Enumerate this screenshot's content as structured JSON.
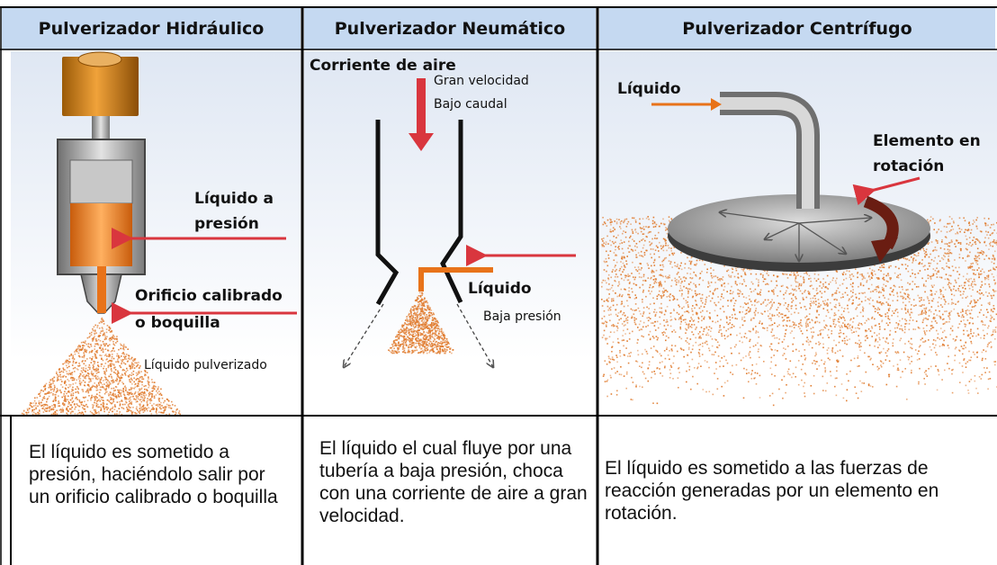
{
  "columns": [
    {
      "title": "Pulverizador Hidráulico",
      "labels": {
        "liquid_pressure_line1": "Líquido a",
        "liquid_pressure_line2": "presión",
        "orifice_line1": "Orificio calibrado",
        "orifice_line2": "o boquilla",
        "sprayed": "Líquido pulverizado"
      },
      "description": "El líquido es sometido a presión, haciéndolo salir por un orificio calibrado o boquilla"
    },
    {
      "title": "Pulverizador Neumático",
      "labels": {
        "air_stream": "Corriente de aire",
        "high_speed": "Gran velocidad",
        "low_flow": "Bajo caudal",
        "liquid": "Líquido",
        "low_pressure": "Baja presión"
      },
      "description": "El líquido el cual fluye por una tubería a baja presión, choca con una corriente de aire a gran velocidad."
    },
    {
      "title": "Pulverizador Centrífugo",
      "labels": {
        "liquid": "Líquido",
        "rotating_line1": "Elemento en",
        "rotating_line2": "rotación"
      },
      "description": "El líquido es sometido a las fuerzas de reacción generadas por un elemento en rotación."
    }
  ],
  "colors": {
    "header_bg": "#c5d9f1",
    "arrow_red": "#d9363e",
    "liquid_orange": "#e8731a",
    "spray_orange": "#e07a2c"
  }
}
